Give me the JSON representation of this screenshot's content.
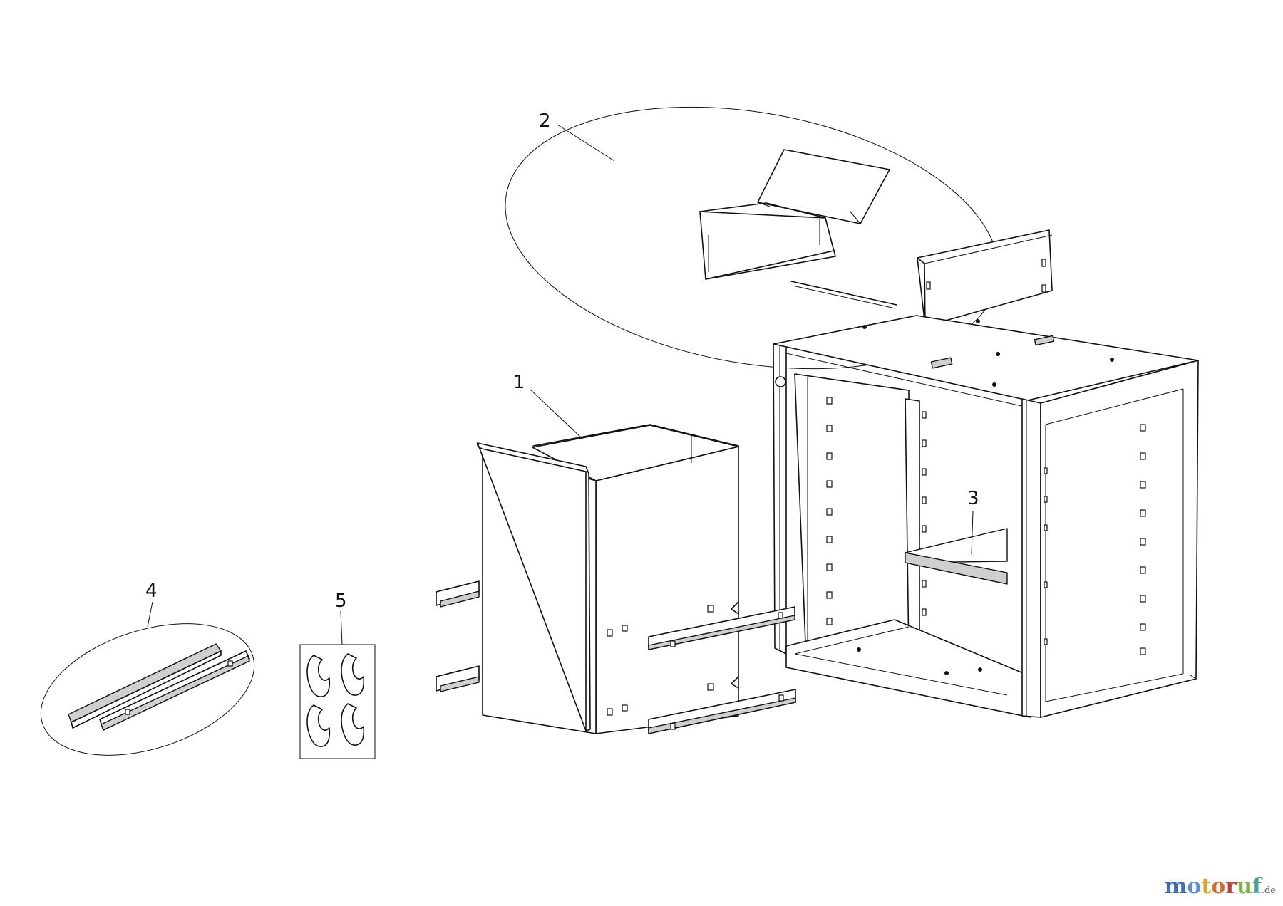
{
  "diagram": {
    "callouts": [
      {
        "id": "1",
        "label": "1"
      },
      {
        "id": "2",
        "label": "2"
      },
      {
        "id": "3",
        "label": "3"
      },
      {
        "id": "4",
        "label": "4"
      },
      {
        "id": "5",
        "label": "5"
      }
    ]
  },
  "watermark": {
    "letters": [
      "m",
      "o",
      "t",
      "o",
      "r",
      "u",
      "f"
    ],
    "letter_colors": [
      "#3d6fb6",
      "#5a8fd0",
      "#e0a326",
      "#d86b2c",
      "#c73d3d",
      "#7bb04a",
      "#4aa090"
    ],
    "suffix": ".de"
  }
}
